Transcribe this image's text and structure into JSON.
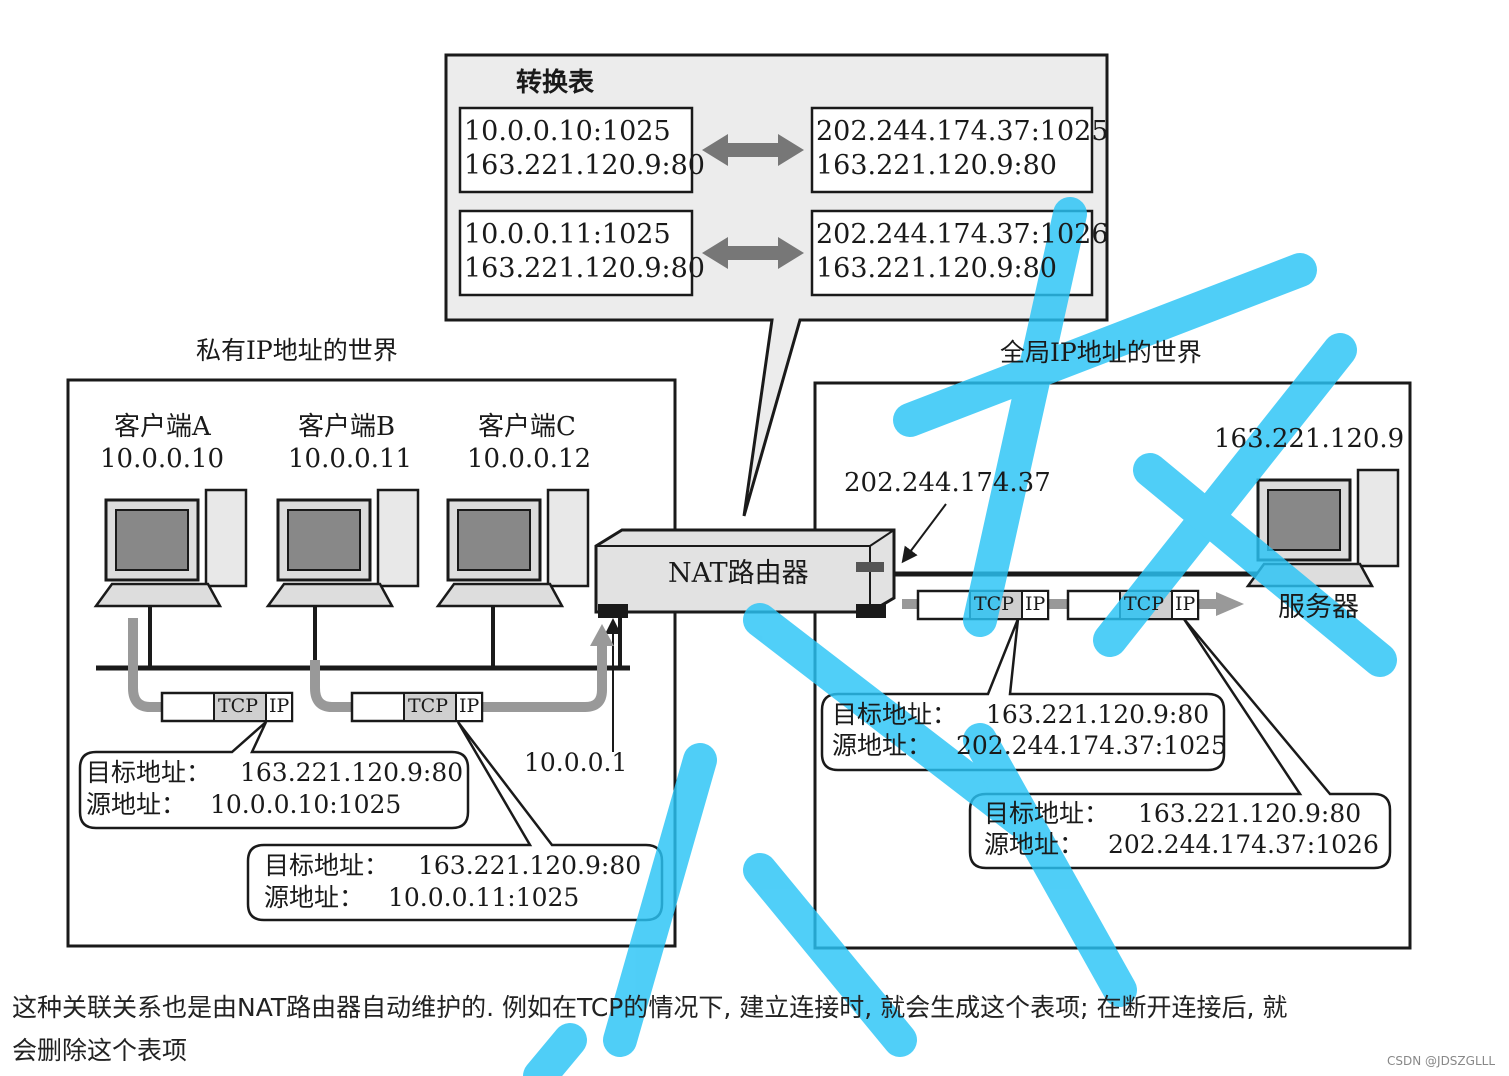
{
  "table": {
    "title": "转换表",
    "rows": [
      {
        "private": [
          "10.0.0.10:1025",
          "163.221.120.9:80"
        ],
        "global": [
          "202.244.174.37:1025",
          "163.221.120.9:80"
        ]
      },
      {
        "private": [
          "10.0.0.11:1025",
          "163.221.120.9:80"
        ],
        "global": [
          "202.244.174.37:1026",
          "163.221.120.9:80"
        ]
      }
    ]
  },
  "private_world": {
    "title": "私有IP地址的世界",
    "clients": [
      {
        "name": "客户端A",
        "ip": "10.0.0.10"
      },
      {
        "name": "客户端B",
        "ip": "10.0.0.11"
      },
      {
        "name": "客户端C",
        "ip": "10.0.0.12"
      }
    ],
    "router_ip": "10.0.0.1",
    "packets": [
      {
        "dst_label": "目标地址：",
        "dst": "163.221.120.9:80",
        "src_label": "源地址：",
        "src": "10.0.0.10:1025"
      },
      {
        "dst_label": "目标地址：",
        "dst": "163.221.120.9:80",
        "src_label": "源地址：",
        "src": "10.0.0.11:1025"
      }
    ]
  },
  "global_world": {
    "title": "全局IP地址的世界",
    "server_ip": "163.221.120.9",
    "router_ip": "202.244.174.37",
    "server_label": "服务器",
    "packets": [
      {
        "dst_label": "目标地址：",
        "dst": "163.221.120.9:80",
        "src_label": "源地址：",
        "src": "202.244.174.37:1025"
      },
      {
        "dst_label": "目标地址：",
        "dst": "163.221.120.9:80",
        "src_label": "源地址：",
        "src": "202.244.174.37:1026"
      }
    ]
  },
  "router": {
    "label": "NAT路由器"
  },
  "packet_tags": {
    "tcp": "TCP",
    "ip": "IP"
  },
  "caption": {
    "line1": "这种关联关系也是由NAT路由器自动维护的. 例如在TCP的情况下, 建立连接时, 就会生成这个表项; 在断开连接后, 就",
    "line2": "会删除这个表项"
  },
  "watermark": "CSDN @JDSZGLLL",
  "colors": {
    "watermark_stroke": "#29c4f6",
    "callout_fill": "#ececec"
  }
}
